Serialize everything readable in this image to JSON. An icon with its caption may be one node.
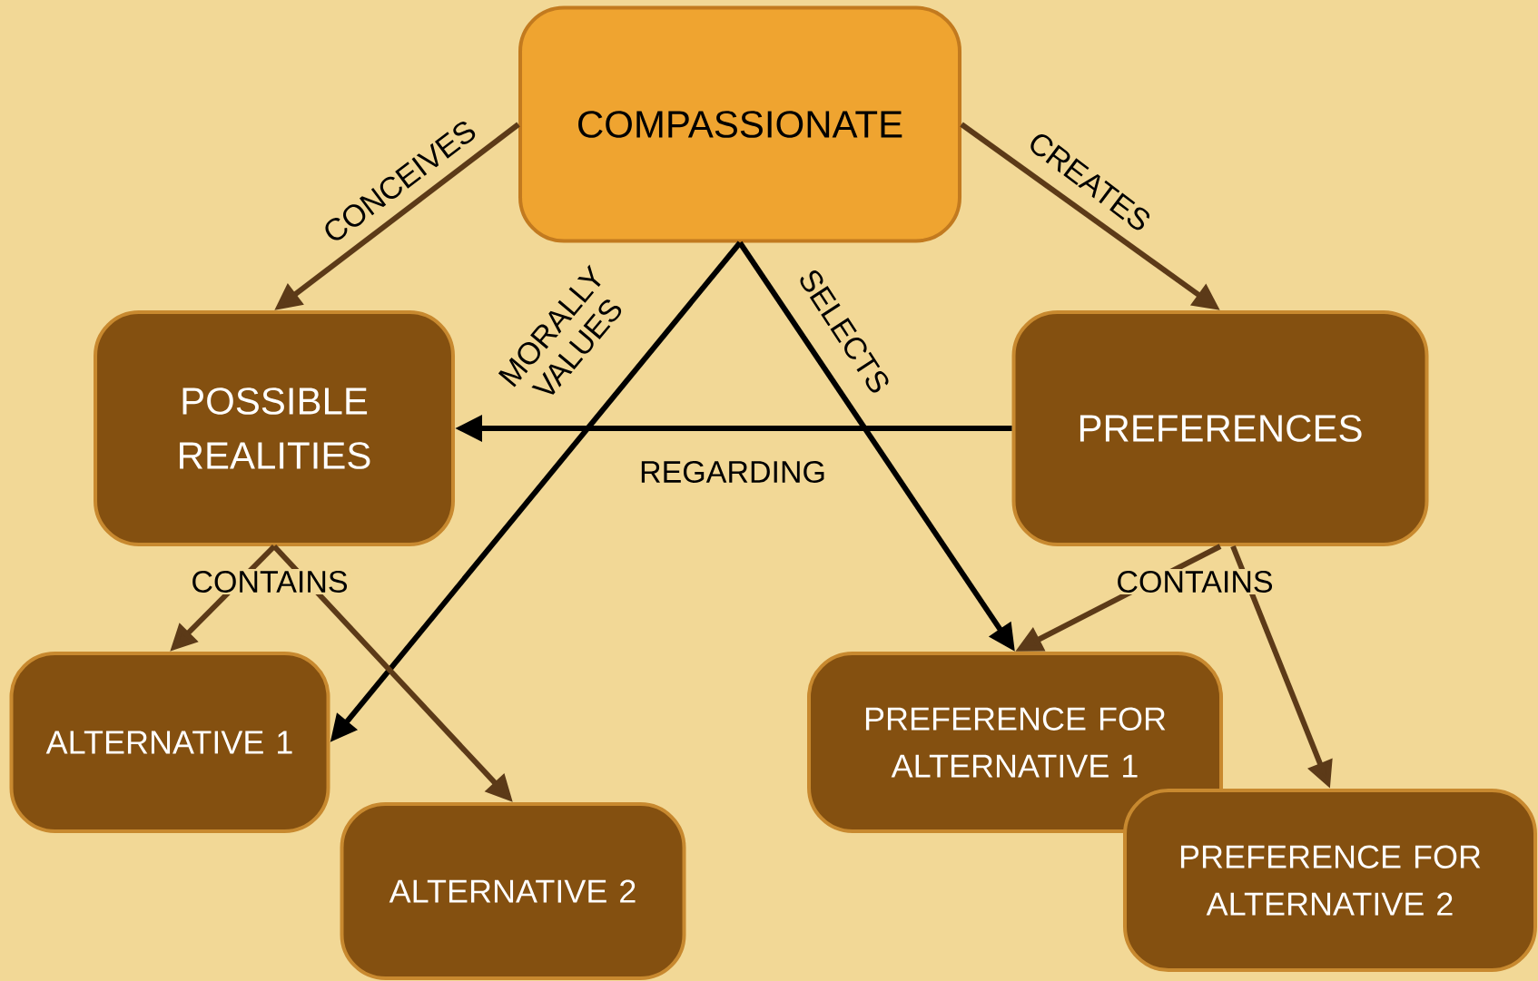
{
  "diagram": {
    "nodes": [
      {
        "text": [
          "COMPASSIONATE"
        ]
      },
      {
        "text": [
          "POSSIBLE REALITIES"
        ]
      },
      {
        "text": [
          "PREFERENCES"
        ]
      },
      {
        "text": [
          "ALTERNATIVE 1"
        ]
      },
      {
        "text": [
          "ALTERNATIVE 2"
        ]
      },
      {
        "text": [
          "PREFERENCE FOR ALTERNATIVE 1"
        ]
      },
      {
        "text": [
          "PREFERENCE FOR ALTERNATIVE 2"
        ]
      }
    ],
    "edges": [
      {
        "from": 0,
        "to": 1,
        "arrow": "to",
        "label": "CONCEIVES"
      },
      {
        "from": 0,
        "to": 2,
        "arrow": "to",
        "label": "CREATES"
      },
      {
        "from": 0,
        "to": 3,
        "arrow": "to",
        "label": "MORALLY VALUES",
        "color": "#000000"
      },
      {
        "from": 0,
        "to": 5,
        "arrow": "to",
        "label": "SELECTS",
        "color": "#000000"
      },
      {
        "from": 2,
        "to": 1,
        "arrow": "to",
        "label": "REGARDING",
        "color": "#000000"
      },
      {
        "from": 1,
        "to": 3,
        "arrow": "to",
        "label": "CONTAINS"
      },
      {
        "from": 1,
        "to": 4,
        "arrow": "to"
      },
      {
        "from": 2,
        "to": 5,
        "arrow": "to",
        "label": "CONTAINS"
      },
      {
        "from": 2,
        "to": 6,
        "arrow": "to"
      }
    ]
  }
}
